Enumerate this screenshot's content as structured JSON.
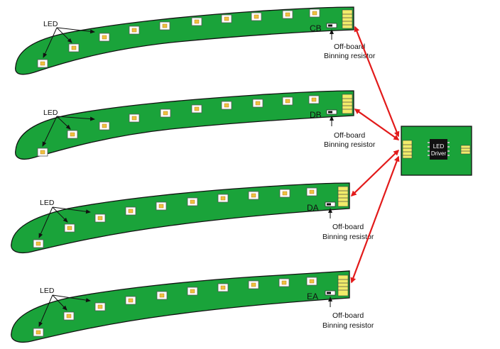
{
  "strips": [
    {
      "label": "CB",
      "led_label": "LED",
      "resistor_label_1": "Off-board",
      "resistor_label_2": "Binning resistor"
    },
    {
      "label": "DB",
      "led_label": "LED",
      "resistor_label_1": "Off-board",
      "resistor_label_2": "Binning resistor"
    },
    {
      "label": "DA",
      "led_label": "LED",
      "resistor_label_1": "Off-board",
      "resistor_label_2": "Binning resistor"
    },
    {
      "label": "EA",
      "led_label": "LED",
      "resistor_label_1": "Off-board",
      "resistor_label_2": "Binning resistor"
    }
  ],
  "driver": {
    "line1": "LED",
    "line2": "Driver"
  },
  "colors": {
    "board": "#1aa33a",
    "arrow": "#e21a1a",
    "connector": "#f1ec6a",
    "led_chip": "#f0c040"
  }
}
